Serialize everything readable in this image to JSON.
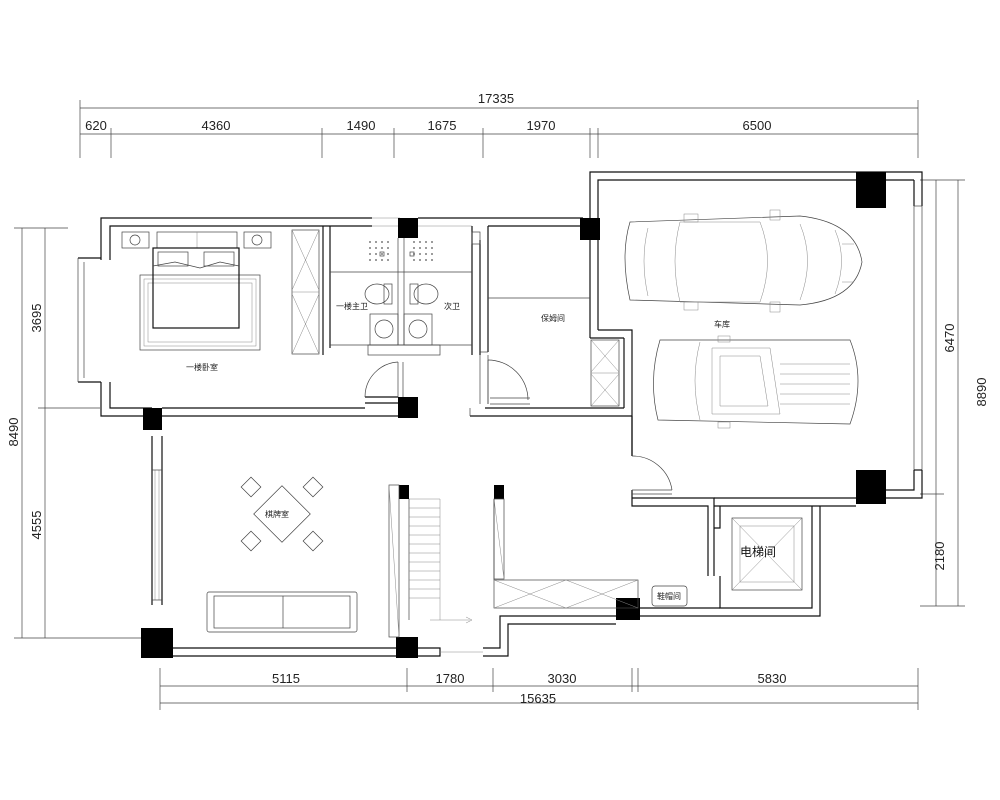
{
  "dimensions": {
    "top_total": "17335",
    "top_segments": [
      "620",
      "4360",
      "1490",
      "1675",
      "1970",
      "6500"
    ],
    "bottom_total": "15635",
    "bottom_segments": [
      "5115",
      "1780",
      "3030",
      "5830"
    ],
    "left_total": "8490",
    "left_segments": [
      "3695",
      "4555"
    ],
    "right_segments": [
      "6470",
      "2180"
    ],
    "right_total": "8890"
  },
  "rooms": {
    "master_bedroom": "一楼卧室",
    "master_bath": "一楼主卫",
    "second_bath": "次卫",
    "maid_room": "保姆间",
    "garage": "车库",
    "chess_room": "棋牌室",
    "elevator": "电梯间",
    "shoe_closet": "鞋帽间"
  },
  "colors": {
    "line": "#111111",
    "column": "#000000",
    "background": "#ffffff"
  }
}
